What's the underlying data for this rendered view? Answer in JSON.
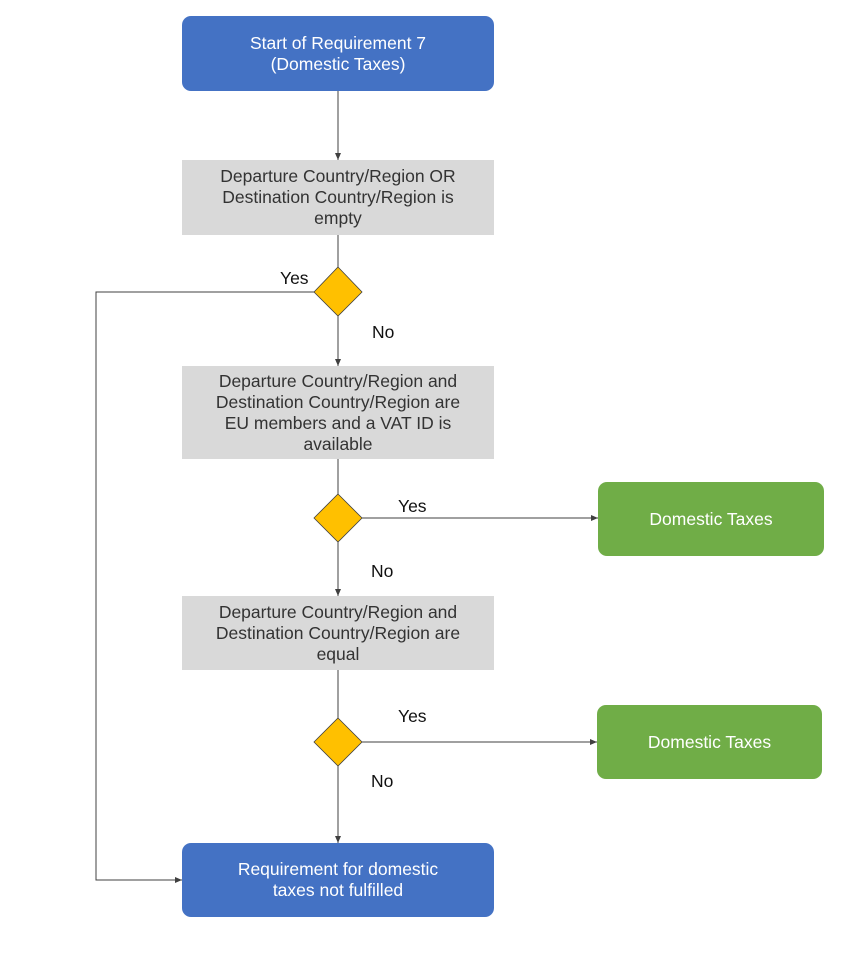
{
  "nodes": {
    "start": "Start of Requirement 7\n(Domestic Taxes)",
    "check_empty": "Departure Country/Region OR\nDestination Country/Region is\nempty",
    "check_eu": "Departure Country/Region and\nDestination Country/Region are\nEU members and a VAT ID is\navailable",
    "check_equal": "Departure Country/Region and\nDestination Country/Region are\nequal",
    "result_1": "Domestic Taxes",
    "result_2": "Domestic Taxes",
    "end": "Requirement for domestic\ntaxes not fulfilled"
  },
  "labels": {
    "d1_yes": "Yes",
    "d1_no": "No",
    "d2_yes": "Yes",
    "d2_no": "No",
    "d3_yes": "Yes",
    "d3_no": "No"
  },
  "colors": {
    "start_end": "#4472c4",
    "condition": "#d9d9d9",
    "decision": "#ffc000",
    "result": "#70ad47",
    "connector": "#404040"
  }
}
